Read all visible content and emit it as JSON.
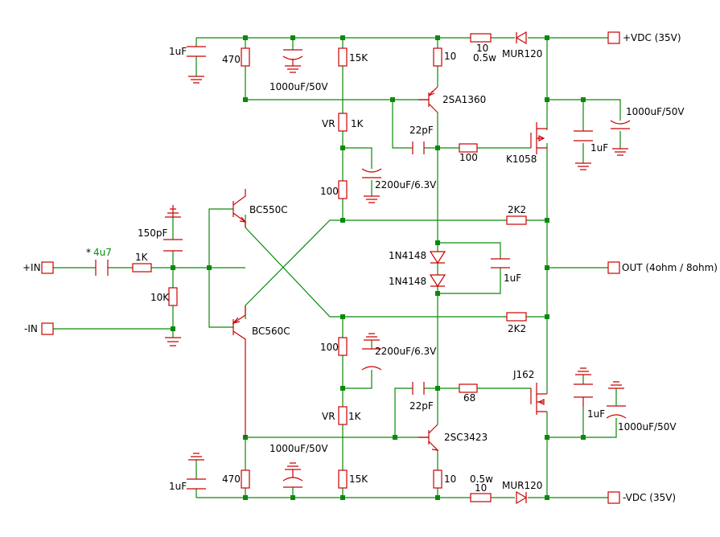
{
  "labels": {
    "c_top_1uf": "1uF",
    "r_top_470": "470",
    "c_top_1000uf": "1000uF/50V",
    "r_top_15k": "15K",
    "r_top_10": "10",
    "r_supply_top": "10",
    "r_supply_top_w": "0.5w",
    "d_top": "MUR120",
    "term_vdc_pos": "+VDC (35V)",
    "q_2sa1360": "2SA1360",
    "c_right_top_1000uf": "1000uF/50V",
    "vr_top": "VR",
    "vr_top_val": "1K",
    "c_miller_top": "22pF",
    "r_gate_top": "100",
    "c_right_top_1uf": "1uF",
    "q_k1058": "K1058",
    "r_100_top": "100",
    "c_2200_top": "2200uF/6.3V",
    "q_bc550c": "BC550C",
    "c_150pf": "150pF",
    "r_2k2_top": "2K2",
    "cap_star": "*",
    "cap_4u7": "4u7",
    "r_in_1k": "1K",
    "term_in_pos": "+IN",
    "d_1n4148_a": "1N4148",
    "d_1n4148_b": "1N4148",
    "c_1uf_bias": "1uF",
    "term_out": "OUT (4ohm / 8ohm)",
    "r_10k": "10K",
    "term_in_neg": "-IN",
    "q_bc560c": "BC560C",
    "r_2k2_bot": "2K2",
    "r_100_bot": "100",
    "c_2200_bot": "2200uF/6.3V",
    "q_j162": "J162",
    "c_miller_bot": "22pF",
    "r_gate_bot": "68",
    "vr_bot": "VR",
    "vr_bot_val": "1K",
    "c_right_bot_1uf": "1uF",
    "c_right_bot_1000uf": "1000uF/50V",
    "q_2sc3423": "2SC3423",
    "c_bot_1000uf": "1000uF/50V",
    "c_bot_1uf": "1uF",
    "r_bot_470": "470",
    "r_bot_15k": "15K",
    "r_bot_10": "10",
    "r_supply_bot_w": "0.5w",
    "r_supply_bot": "10",
    "d_bot": "MUR120",
    "term_vdc_neg": "-VDC (35V)"
  },
  "colors": {
    "wire": "#0a8a0a",
    "component": "#cc0000",
    "text": "#000000",
    "highlight_text": "#0a8a0a"
  }
}
